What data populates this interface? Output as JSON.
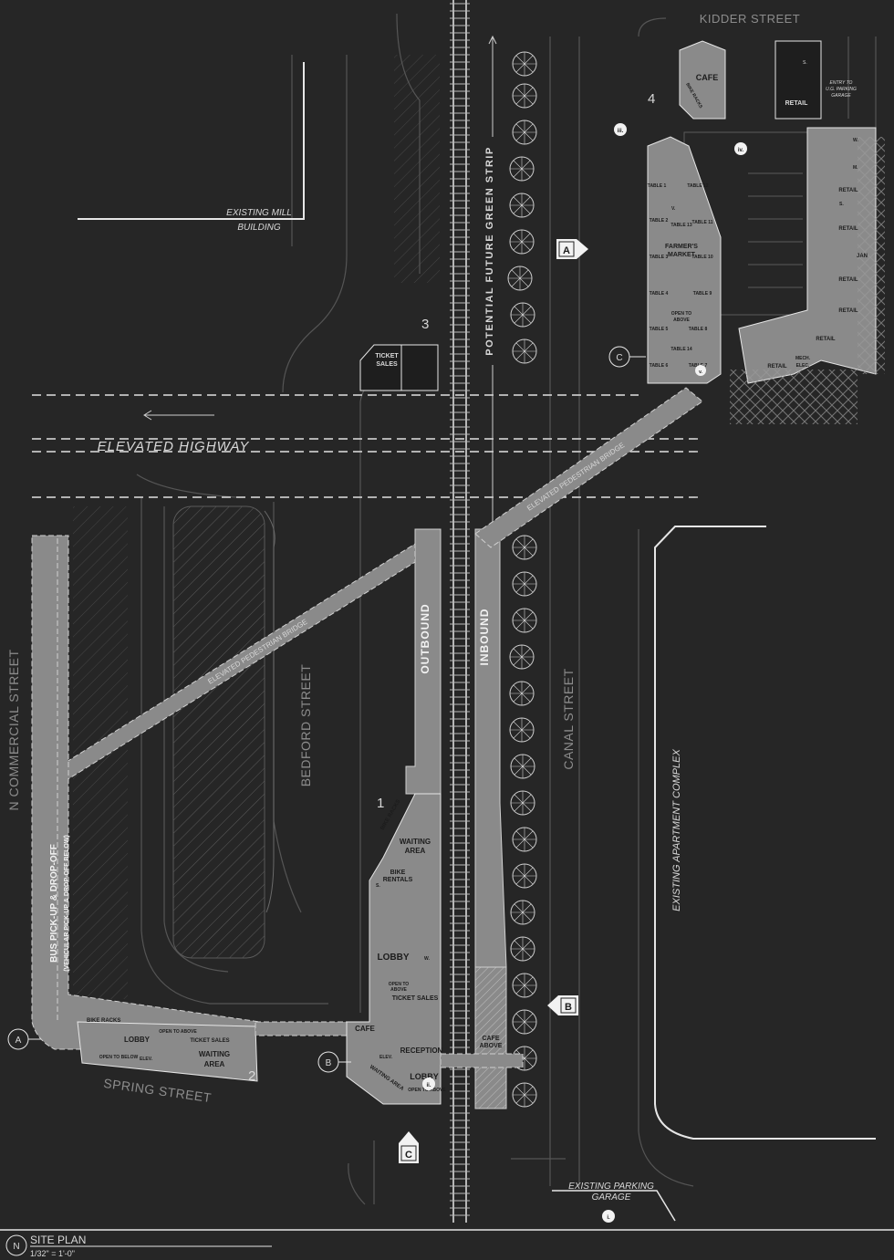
{
  "streets": {
    "kidder": "KIDDER STREET",
    "commercial": "N COMMERCIAL STREET",
    "bedford": "BEDFORD STREET",
    "canal": "CANAL STREET",
    "spring": "SPRING STREET"
  },
  "labels": {
    "mill_line1": "EXISTING MILL",
    "mill_line2": "BUILDING",
    "elevated_highway": "ELEVATED HIGHWAY",
    "green_strip": "POTENTIAL FUTURE GREEN STRIP",
    "ped_bridge": "ELEVATED PEDESTRIAN BRIDGE",
    "outbound": "OUTBOUND",
    "inbound": "INBOUND",
    "apartment": "EXISTING APARTMENT COMPLEX",
    "bus_line1": "BUS PICK-UP & DROP-OFF",
    "bus_line2": "(VEHICULAR PICK-UP & DROP-OFF BELOW)",
    "parking_line1": "EXISTING PARKING",
    "parking_line2": "GARAGE",
    "entry_line1": "ENTRY TO",
    "entry_line2": "U.G. PARKING",
    "entry_line3": "GARAGE"
  },
  "building_numbers": {
    "b1": "1",
    "b2": "2",
    "b3": "3",
    "b4": "4"
  },
  "rooms": {
    "cafe": "CAFE",
    "retail": "RETAIL",
    "jan": "JAN",
    "mech_line1": "MECH.",
    "mech_line2": "ELEC.",
    "farmer_line1": "FARMER'S",
    "farmer_line2": "MARKET",
    "open_line1": "OPEN TO",
    "open_line2": "ABOVE",
    "open_above": "OPEN TO ABOVE",
    "open_below": "OPEN TO BELOW",
    "ticket_line1": "TICKET",
    "ticket_line2": "SALES",
    "ticket_sales": "TICKET SALES",
    "waiting_line1": "WAITING",
    "waiting_line2": "AREA",
    "waiting_area": "WAITING AREA",
    "bike_racks": "BIKE RACKS",
    "bike_line1": "BIKE",
    "bike_line2": "RENTALS",
    "lobby": "LOBBY",
    "reception": "RECEPTION",
    "elev": "ELEV.",
    "cafe_line1": "CAFE",
    "cafe_line2": "ABOVE",
    "s": "S.",
    "w": "W.",
    "m": "M.",
    "v": "V."
  },
  "tables": [
    "TABLE 1",
    "TABLE 2",
    "TABLE 3",
    "TABLE 4",
    "TABLE 5",
    "TABLE 6",
    "TABLE 7",
    "TABLE 8",
    "TABLE 9",
    "TABLE 10",
    "TABLE 11",
    "TABLE 12",
    "TABLE 13",
    "TABLE 14"
  ],
  "section_markers": {
    "a": "A",
    "b": "B",
    "c": "C"
  },
  "view_markers": {
    "i": "i.",
    "ii": "ii.",
    "iii": "iii.",
    "iv": "iv.",
    "v": "v."
  },
  "title": {
    "name": "SITE PLAN",
    "scale": "1/32\" = 1'-0\"",
    "north": "N"
  },
  "colors": {
    "background": "#262626",
    "building": "#8a8a8a",
    "line": "#e0e0e0",
    "faint": "#6a6a6a"
  }
}
